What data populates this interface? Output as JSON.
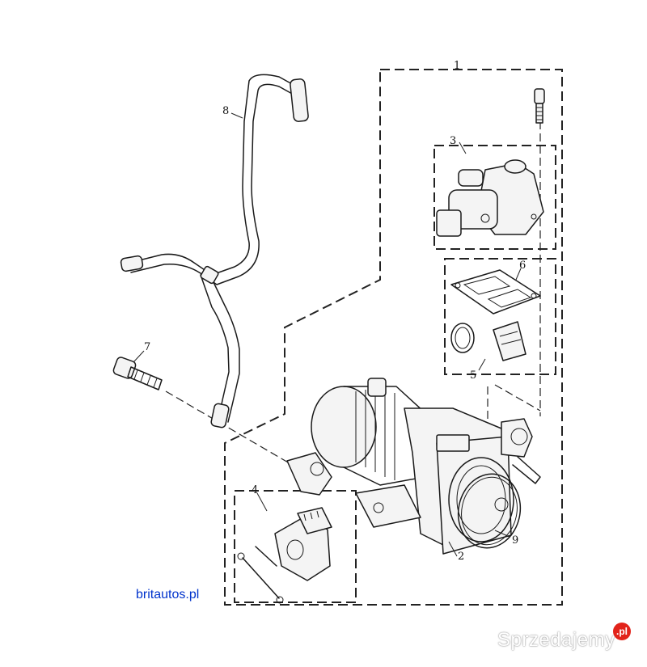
{
  "diagram": {
    "callouts": {
      "c1": "1",
      "c2": "2",
      "c3": "3",
      "c4": "4",
      "c5": "5",
      "c6": "6",
      "c7": "7",
      "c8": "8",
      "c9": "9"
    },
    "brand_text": "britautos.pl",
    "watermark_text": "Sprzedajemy",
    "watermark_badge": ".pl",
    "colors": {
      "brand": "#0033cc",
      "watermark_badge": "#e2231a",
      "line": "#1a1a1a"
    }
  }
}
